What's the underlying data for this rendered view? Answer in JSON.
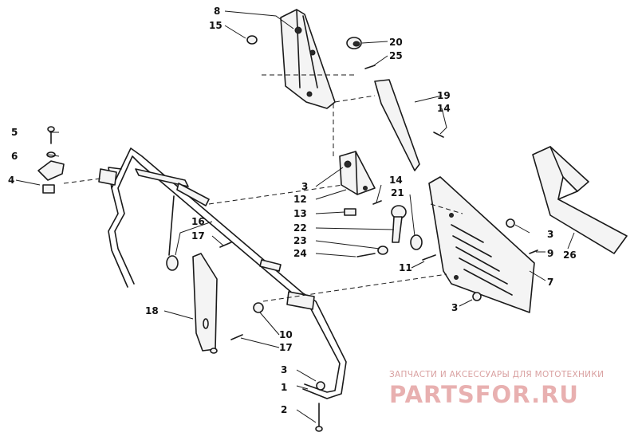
{
  "callouts": {
    "c1": "1",
    "c2": "2",
    "c3a": "3",
    "c3b": "3",
    "c3c": "3",
    "c3d": "3",
    "c4": "4",
    "c5": "5",
    "c6": "6",
    "c7": "7",
    "c8": "8",
    "c9": "9",
    "c10": "10",
    "c11": "11",
    "c12": "12",
    "c13": "13",
    "c14a": "14",
    "c14b": "14",
    "c15": "15",
    "c16": "16",
    "c17a": "17",
    "c17b": "17",
    "c18": "18",
    "c19": "19",
    "c20": "20",
    "c21": "21",
    "c22": "22",
    "c23": "23",
    "c24": "24",
    "c25": "25",
    "c26": "26"
  },
  "watermark": {
    "tagline": "ЗАПЧАСТИ И АКСЕССУАРЫ ДЛЯ МОТОТЕХНИКИ",
    "brand": "PARTSFOR.RU"
  }
}
